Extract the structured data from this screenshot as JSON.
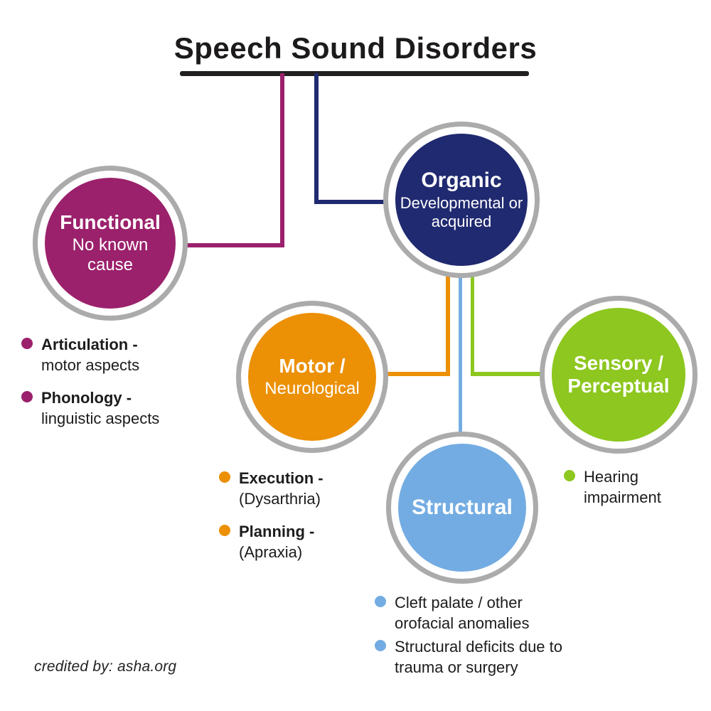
{
  "title": "Speech Sound Disorders",
  "credit": "credited by: asha.org",
  "colors": {
    "functional": "#9B216C",
    "organic": "#202A70",
    "motor": "#EC9006",
    "structural": "#73ACE2",
    "sensory": "#8DC71F",
    "ring_gray": "#ABABAB",
    "title_bar": "#221F20"
  },
  "nodes": {
    "functional": {
      "label": "Functional",
      "sublabel": "No known cause"
    },
    "organic": {
      "label": "Organic",
      "sublabel": "Developmental or acquired"
    },
    "motor": {
      "label": "Motor /",
      "sublabel": "Neurological"
    },
    "structural": {
      "label": "Structural"
    },
    "sensory": {
      "label": "Sensory /",
      "sublabel": "Perceptual"
    }
  },
  "lists": {
    "functional": [
      {
        "bold": "Articulation -",
        "text": "motor aspects"
      },
      {
        "bold": "Phonology -",
        "text": "linguistic aspects"
      }
    ],
    "motor": [
      {
        "bold": "Execution -",
        "text": "(Dysarthria)"
      },
      {
        "bold": "Planning -",
        "text": "(Apraxia)"
      }
    ],
    "sensory": [
      {
        "bold": "",
        "text": "Hearing impairment"
      }
    ],
    "structural": [
      {
        "bold": "",
        "text": "Cleft palate / other orofacial anomalies"
      },
      {
        "bold": "",
        "text": "Structural deficits due to trauma or surgery"
      }
    ]
  }
}
